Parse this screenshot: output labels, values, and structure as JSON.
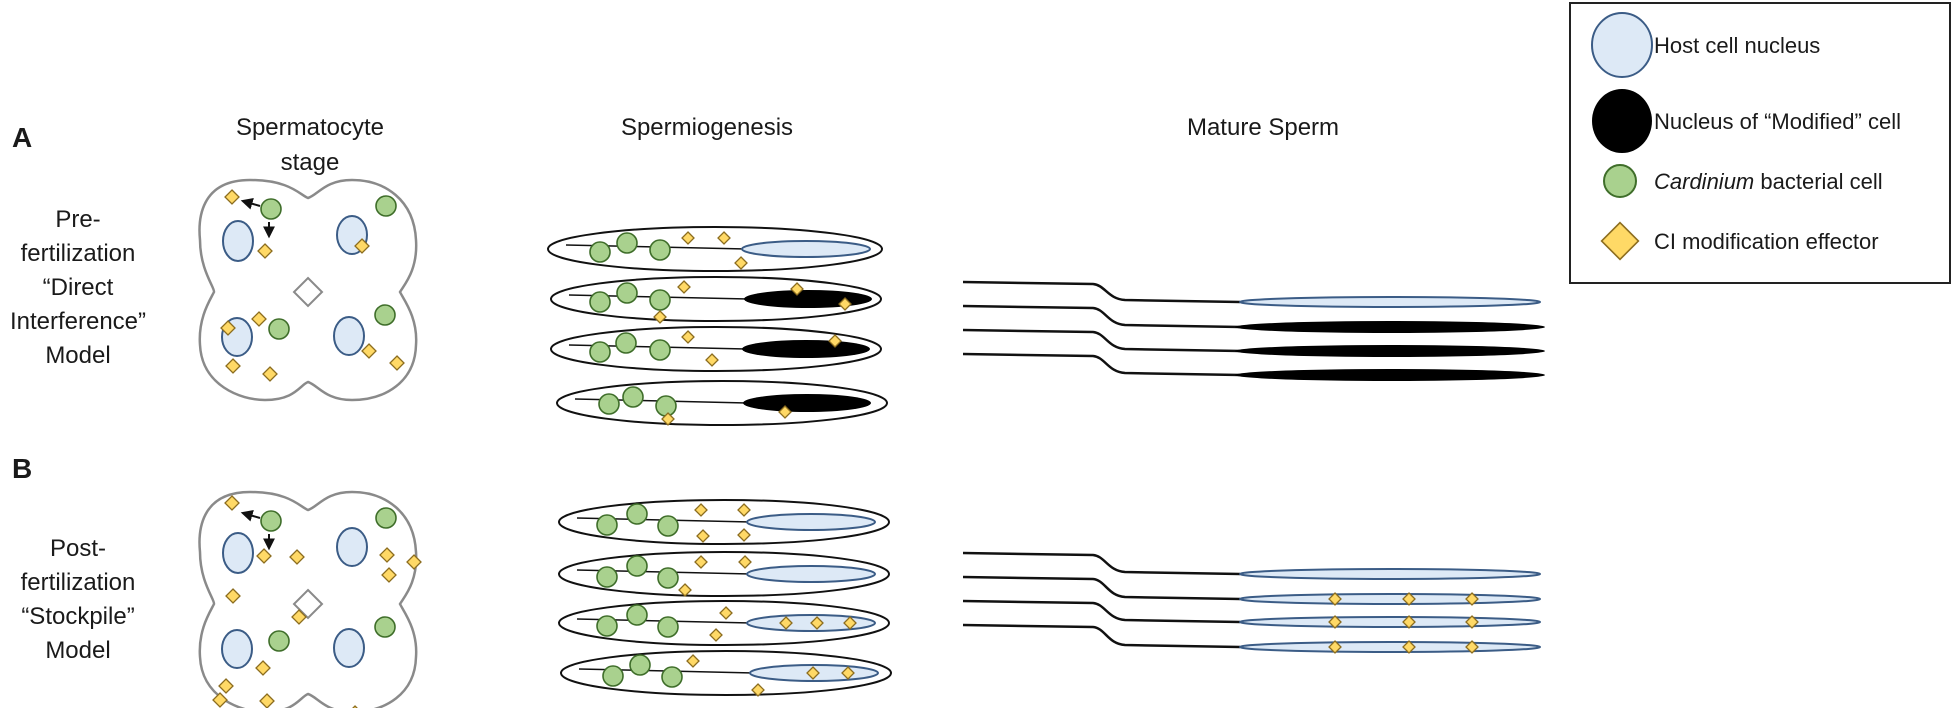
{
  "panels": {
    "a": {
      "letter": "A",
      "model_lines": [
        "Pre-",
        "fertilization",
        "“Direct",
        "Interference”",
        "Model"
      ]
    },
    "b": {
      "letter": "B",
      "model_lines": [
        "Post-",
        "fertilization",
        "“Stockpile”",
        "Model"
      ]
    }
  },
  "stages": {
    "spermatocyte_line1": "Spermatocyte",
    "spermatocyte_line2": "stage",
    "spermiogenesis": "Spermiogenesis",
    "mature": "Mature Sperm"
  },
  "legend": {
    "host_nucleus": "Host cell nucleus",
    "modified_prefix": "Nucleus of ",
    "modified_quote": "“Modified”",
    "modified_suffix": " cell",
    "cardinium_italic": "Cardinium",
    "cardinium_rest": " bacterial cell",
    "effector": "CI modification effector"
  },
  "colors": {
    "host_nucleus_fill": "#dde9f6",
    "host_nucleus_stroke": "#3b5c86",
    "modified_nucleus": "#000000",
    "cardinium_fill": "#a9d18e",
    "cardinium_stroke": "#3f6e2a",
    "effector_fill": "#ffd966",
    "effector_stroke": "#8c6d1f",
    "cell_outline": "#8a8a8a"
  }
}
